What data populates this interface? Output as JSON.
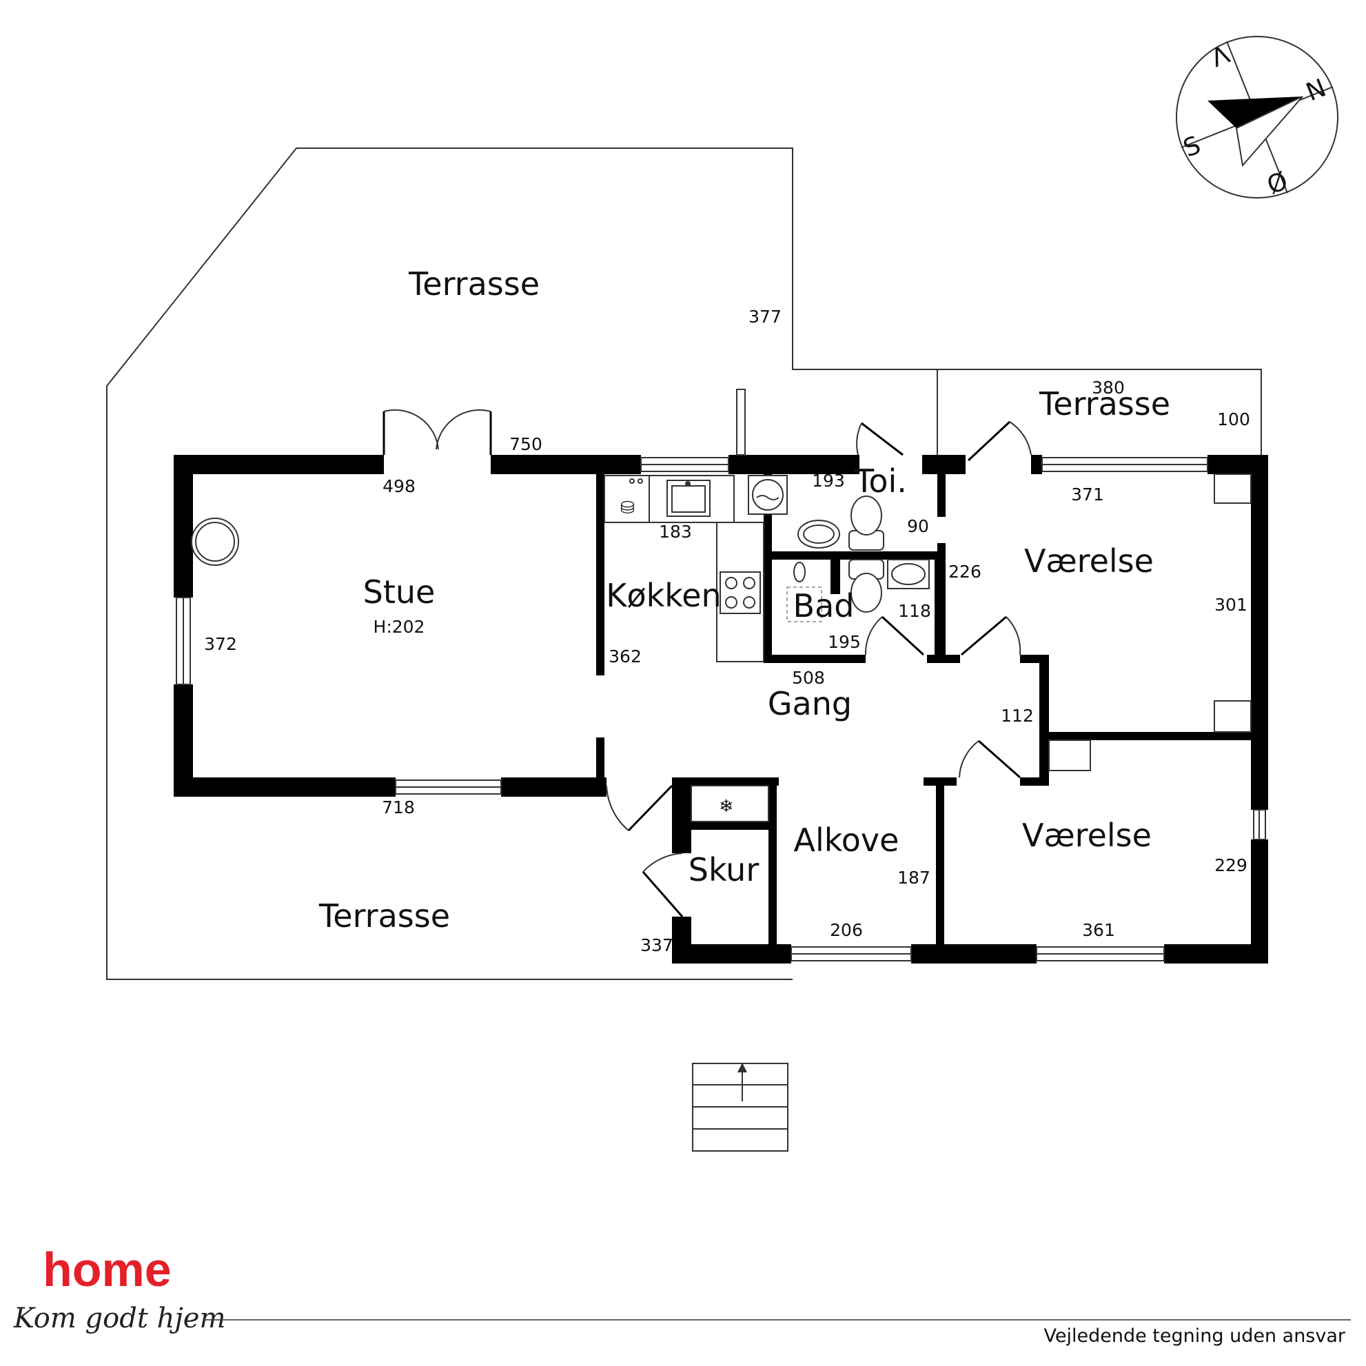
{
  "rooms": {
    "terrace_north": "Terrasse",
    "terrace_east": "Terrasse",
    "terrace_south": "Terrasse",
    "living": "Stue",
    "living_height": "H:202",
    "kitchen": "Køkken",
    "toilet": "Toi.",
    "bath": "Bad",
    "bedroom_1": "Værelse",
    "bedroom_2": "Værelse",
    "hall": "Gang",
    "alcove": "Alkove",
    "shed": "Skur"
  },
  "dimensions": {
    "terrace_north_side": "377",
    "terrace_east_width": "380",
    "terrace_east_depth": "100",
    "top_wall": "750",
    "living_door_width": "498",
    "living_height": "372",
    "living_width": "718",
    "kitchen_top": "183",
    "kitchen_side": "362",
    "toilet_width": "193",
    "toilet_depth": "90",
    "bath_width": "195",
    "bath_depth": "118",
    "corridor_depth": "226",
    "hall_width": "508",
    "hall_depth": "112",
    "bedroom1_width": "371",
    "bedroom1_depth": "301",
    "bedroom2_width": "361",
    "bedroom2_depth": "229",
    "alcove_width": "206",
    "alcove_depth": "187",
    "shed_side": "337"
  },
  "compass": {
    "north": "N",
    "south": "S",
    "east": "Ø",
    "west": "V"
  },
  "branding": {
    "logo": "home",
    "tagline": "Kom godt hjem",
    "disclaimer": "Vejledende tegning uden ansvar"
  },
  "colors": {
    "brand": "#e4202a",
    "wall": "#000000"
  }
}
